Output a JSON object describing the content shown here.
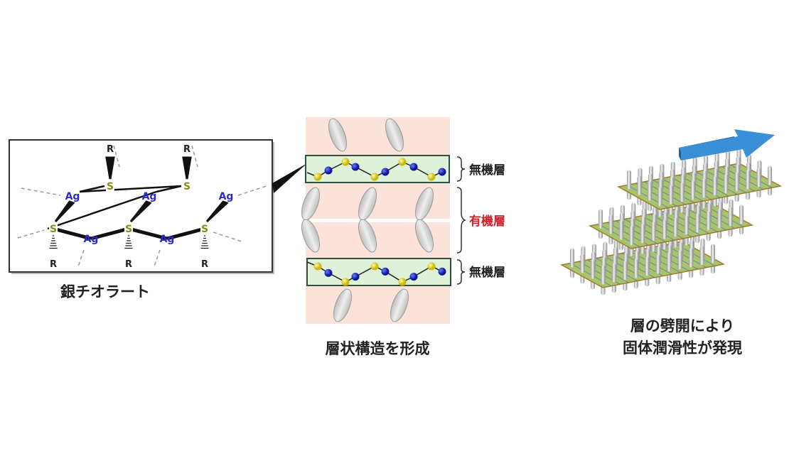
{
  "left_panel": {
    "caption": "銀チオラート",
    "atoms": {
      "ag": "Ag",
      "s": "S",
      "r": "R"
    }
  },
  "middle_panel": {
    "caption": "層状構造を形成",
    "labels": {
      "inorganic_top": "無機層",
      "organic": "有機層",
      "inorganic_bottom": "無機層"
    }
  },
  "right_panel": {
    "caption_line1": "層の劈開により",
    "caption_line2": "固体潤滑性が発現"
  },
  "colors": {
    "ag": "#2b2bd0",
    "s": "#8a8a1a",
    "organic_layer": "#fbe3da",
    "inorganic_layer": "#dff2d8",
    "organic_label": "#d0202a",
    "arrow": "#3a8fd6"
  }
}
